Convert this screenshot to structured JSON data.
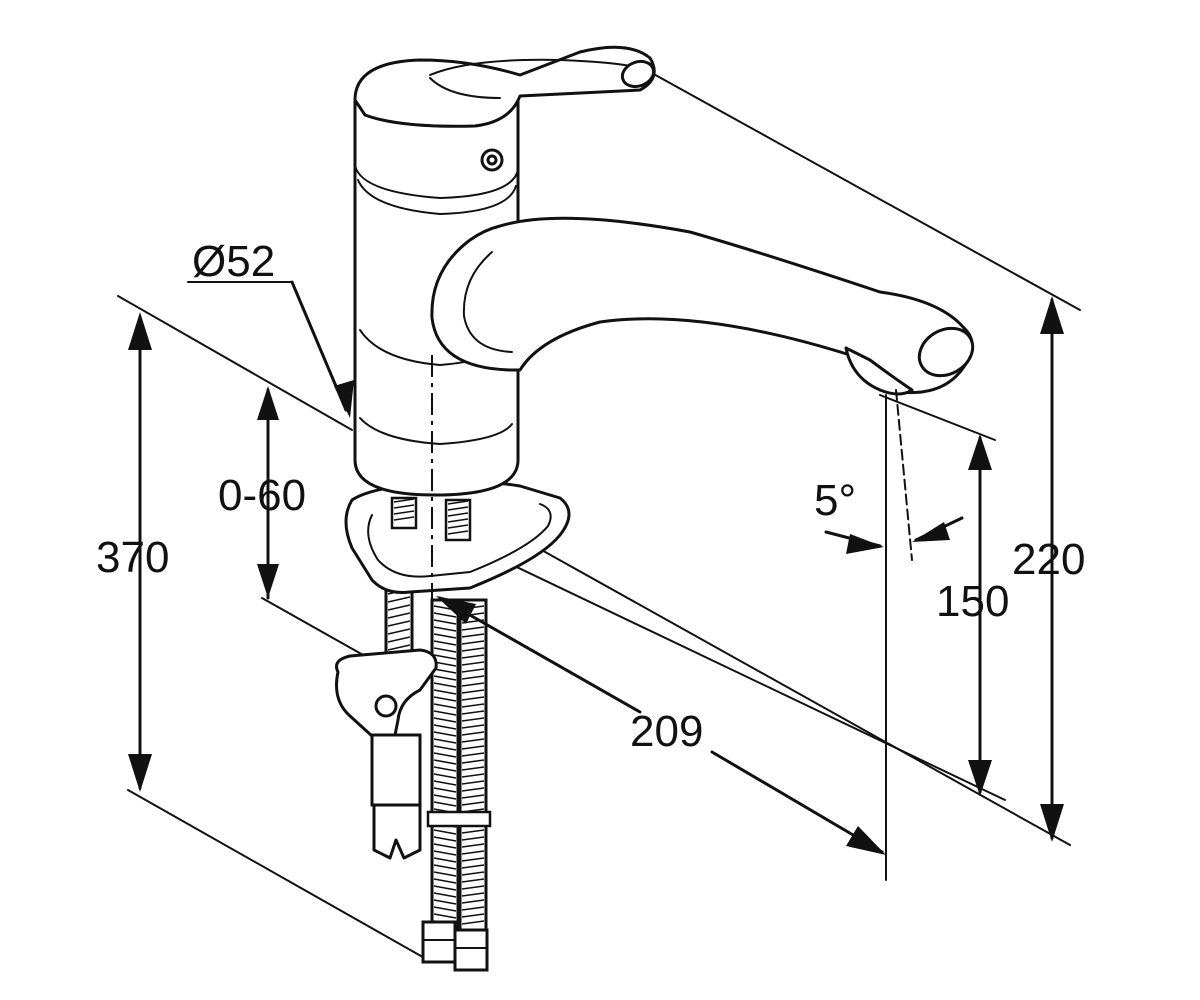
{
  "dimensions": {
    "diameter": "Ø52",
    "deck_thickness": "0-60",
    "total_height": "370",
    "spout_reach": "209",
    "spout_angle": "5°",
    "outlet_height": "150",
    "overall_height": "220"
  }
}
